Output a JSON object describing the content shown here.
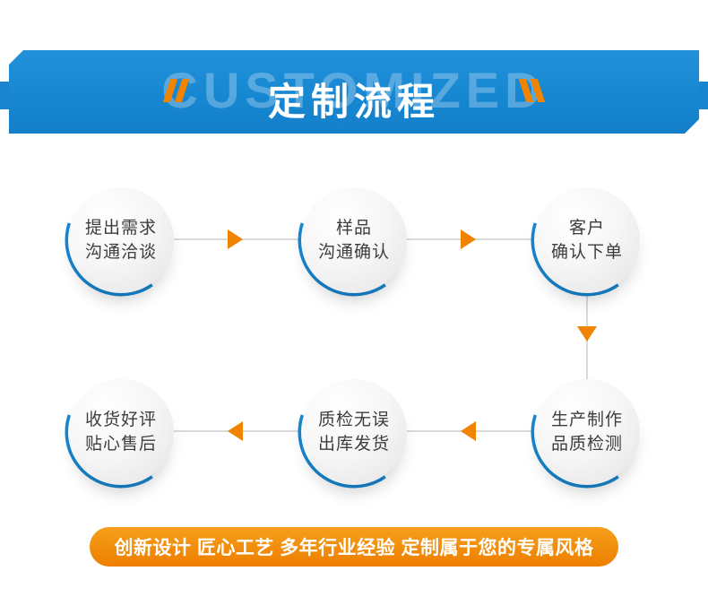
{
  "colors": {
    "primary_blue": "#1787d2",
    "accent_orange": "#f08300",
    "circle_arc_blue": "#1787d2",
    "connector_gray": "#dadada"
  },
  "banner": {
    "watermark": "CUSTOMIZED",
    "title": "定制流程"
  },
  "icons": {
    "accent_marks": "double-slash",
    "arrow_right": "css-triangle-right",
    "arrow_down": "css-triangle-down",
    "arrow_left": "css-triangle-left"
  },
  "flow": {
    "rows": [
      {
        "direction": "right",
        "steps": [
          {
            "line1": "提出需求",
            "line2": "沟通洽谈"
          },
          {
            "line1": "样品",
            "line2": "沟通确认"
          },
          {
            "line1": "客户",
            "line2": "确认下单"
          }
        ]
      },
      {
        "direction": "left",
        "steps": [
          {
            "line1": "生产制作",
            "line2": "品质检测"
          },
          {
            "line1": "质检无误",
            "line2": "出库发货"
          },
          {
            "line1": "收货好评",
            "line2": "贴心售后"
          }
        ]
      }
    ]
  },
  "footer": {
    "slogan": "创新设计 匠心工艺 多年行业经验 定制属于您的专属风格"
  }
}
